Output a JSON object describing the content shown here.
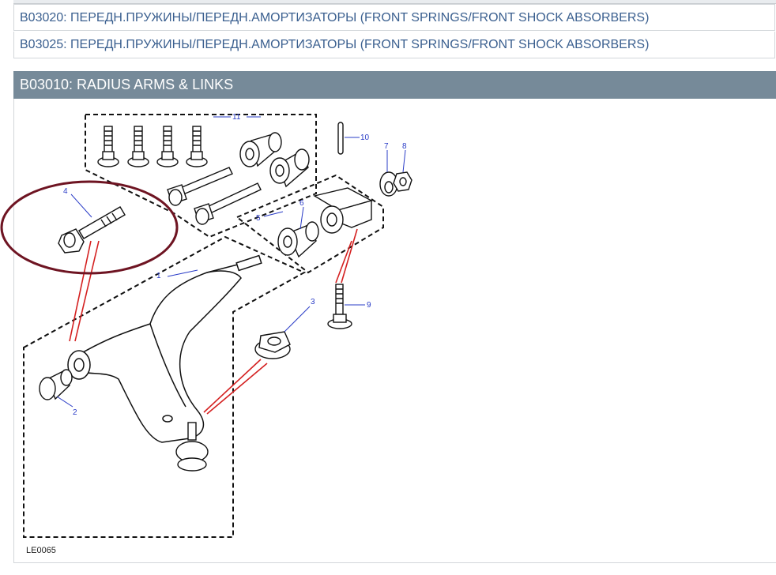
{
  "links": [
    {
      "label": "B03020: ПЕРЕДН.ПРУЖИНЫ/ПЕРЕДН.АМОРТИЗАТОРЫ (FRONT SPRINGS/FRONT SHOCK ABSORBERS)"
    },
    {
      "label": "B03025: ПЕРЕДН.ПРУЖИНЫ/ПЕРЕДН.АМОРТИЗАТОРЫ (FRONT SPRINGS/FRONT SHOCK ABSORBERS)"
    }
  ],
  "section": {
    "title": "B03010: RADIUS ARMS & LINKS"
  },
  "diagram": {
    "figure_code": "LE0065",
    "callouts": [
      "1",
      "2",
      "3",
      "4",
      "5",
      "6",
      "7",
      "8",
      "9",
      "10",
      "11"
    ]
  }
}
